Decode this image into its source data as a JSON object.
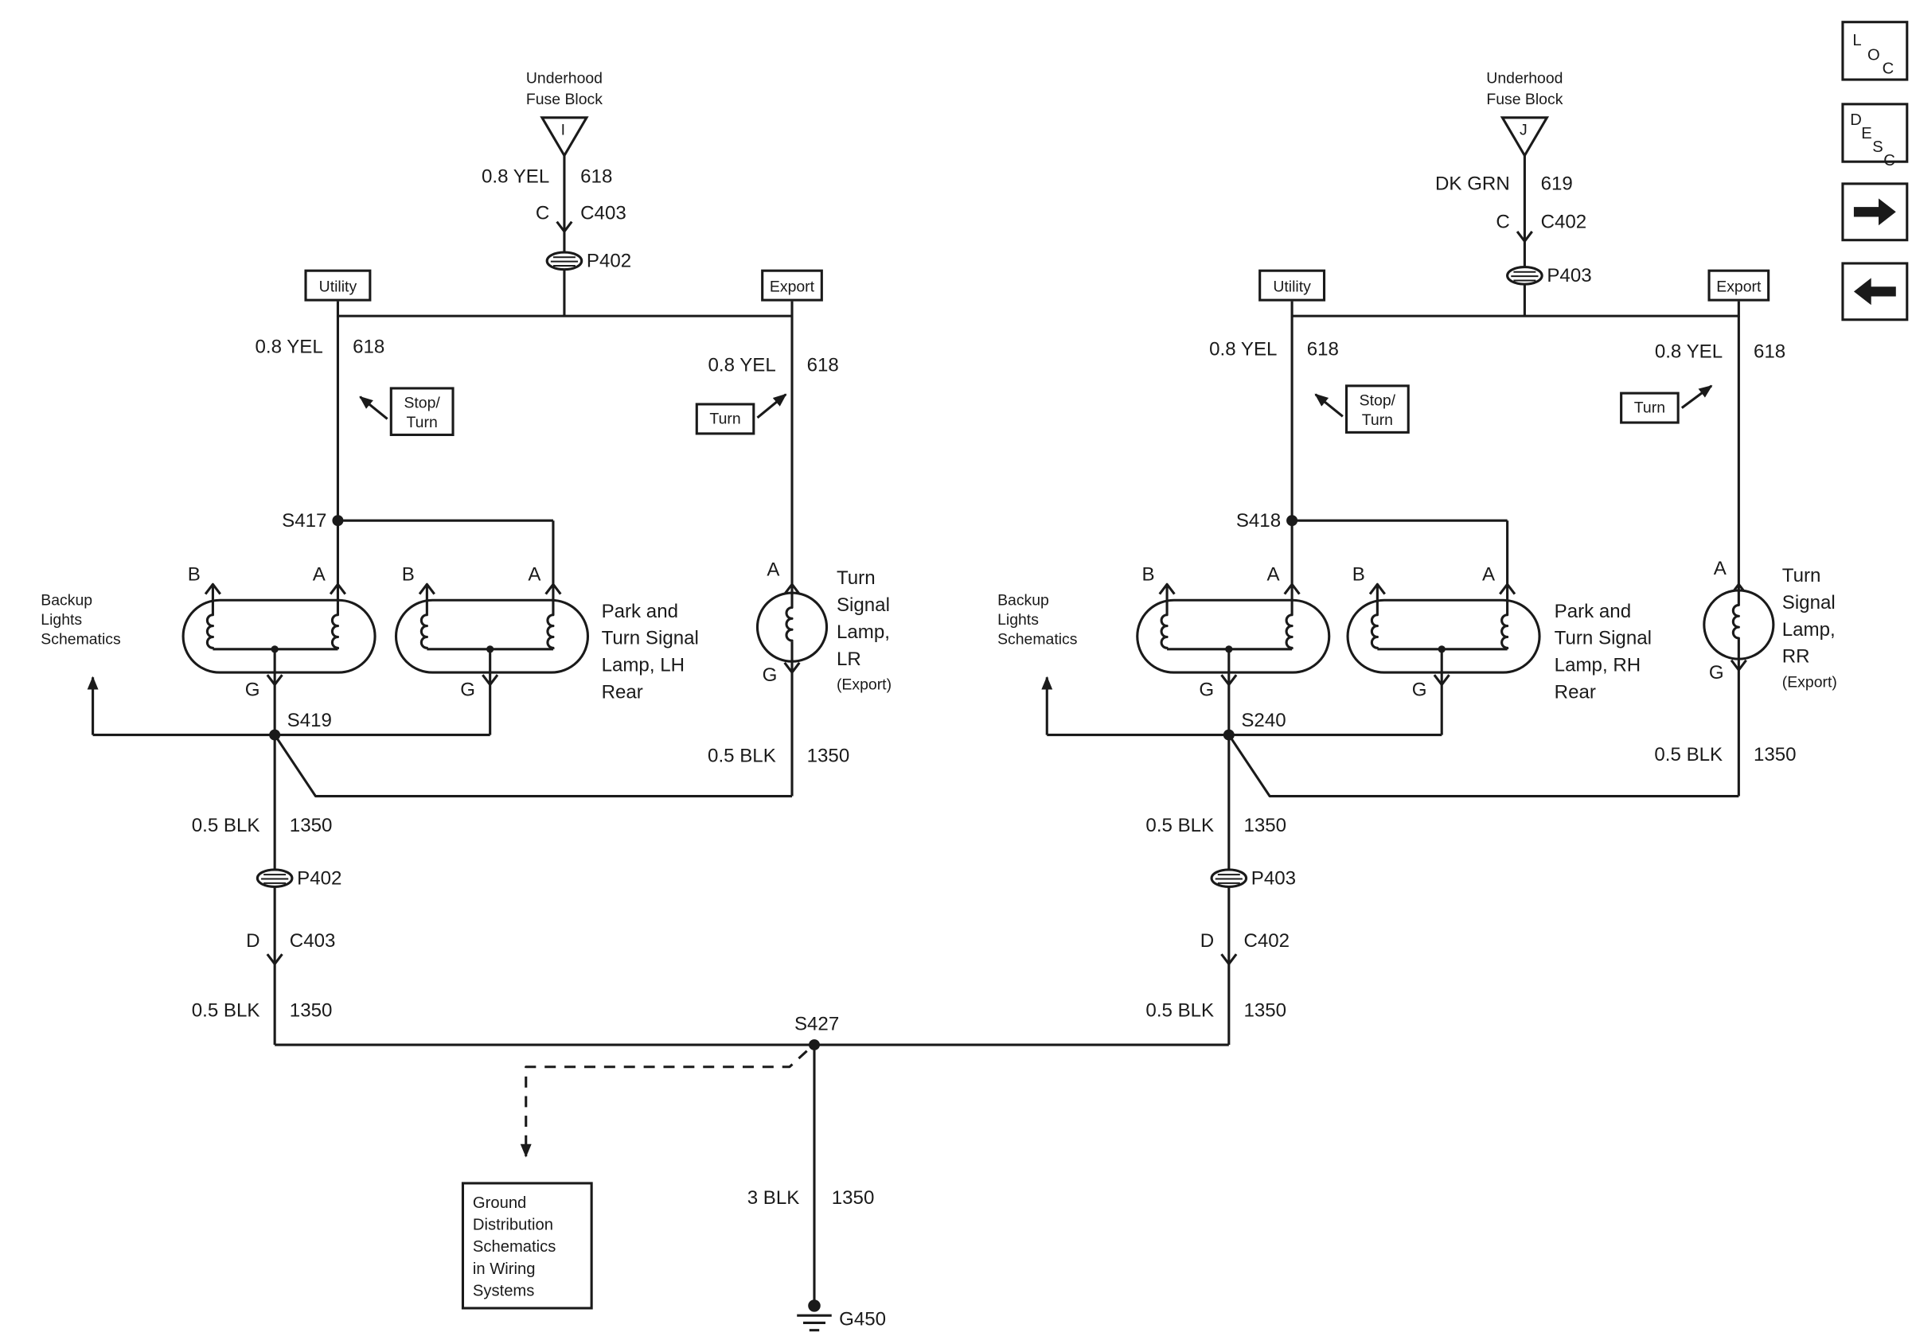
{
  "colors": {
    "ink": "#1a1a1a",
    "paper": "#ffffff"
  },
  "legend": {
    "loc": "LOC",
    "desc": "DESC"
  },
  "shared": {
    "underhood_l1": "Underhood",
    "underhood_l2": "Fuse Block",
    "utility": "Utility",
    "export": "Export",
    "stop_turn_l1": "Stop/",
    "stop_turn_l2": "Turn",
    "turn": "Turn",
    "backup_l1": "Backup",
    "backup_l2": "Lights",
    "backup_l3": "Schematics",
    "term_a": "A",
    "term_b": "B",
    "term_c": "C",
    "term_d": "D",
    "term_g": "G",
    "wire_08yel": "0.8 YEL",
    "wire_dkgrn": "DK GRN",
    "wire_05blk": "0.5 BLK",
    "wire_3blk": "3 BLK",
    "ckt_618": "618",
    "ckt_619": "619",
    "ckt_1350": "1350",
    "export_note": "(Export)",
    "lamp_l1": "Park and",
    "lamp_l2": "Turn Signal",
    "lamp_l4": "Rear",
    "turn_l1": "Turn",
    "turn_l2": "Signal",
    "turn_l3": "Lamp,"
  },
  "left": {
    "fuse_id": "I",
    "conn": "C403",
    "grommet": "P402",
    "splice_top": "S417",
    "splice_gnd": "S419",
    "lamp_l3": "Lamp, LH",
    "turn_l4": "LR"
  },
  "right": {
    "fuse_id": "J",
    "conn": "C402",
    "grommet": "P403",
    "splice_top": "S418",
    "splice_gnd": "S240",
    "lamp_l3": "Lamp, RH",
    "turn_l4": "RR"
  },
  "bottom": {
    "splice": "S427",
    "ground": "G450",
    "gbox_l1": "Ground",
    "gbox_l2": "Distribution",
    "gbox_l3": "Schematics",
    "gbox_l4": "in Wiring",
    "gbox_l5": "Systems"
  }
}
